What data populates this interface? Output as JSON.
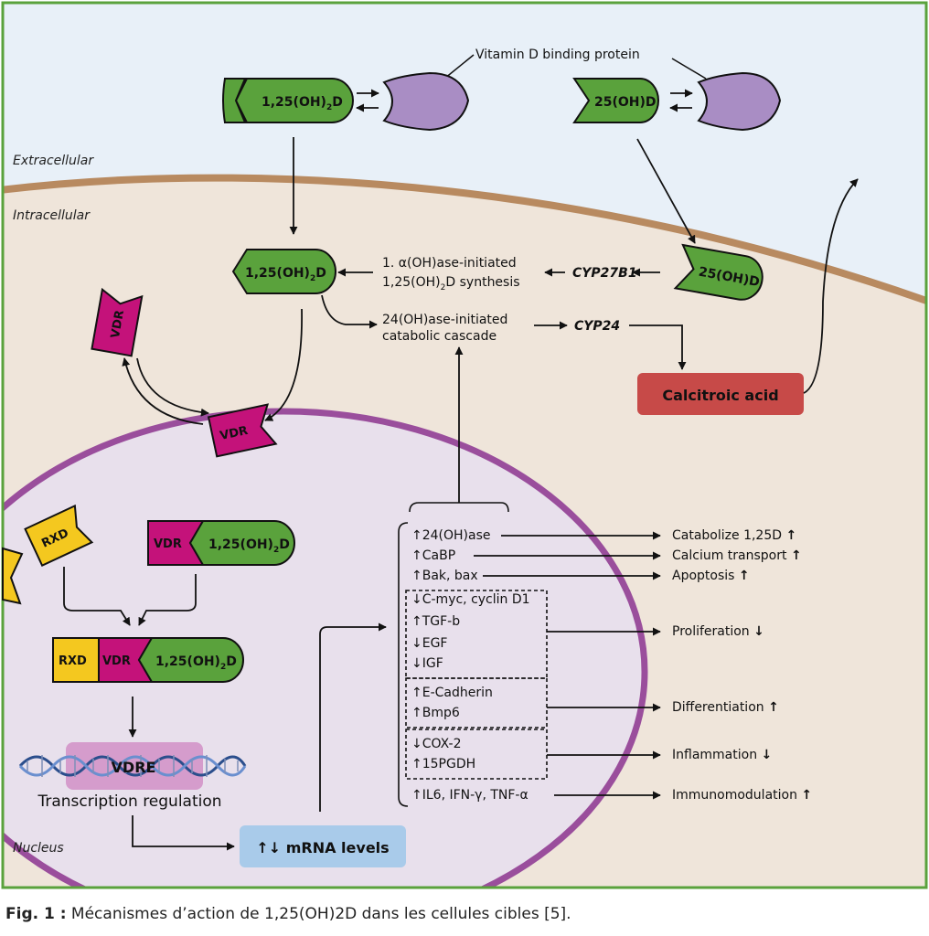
{
  "compartments": {
    "extracellular": "Extracellular",
    "intracellular": "Intracellular",
    "nucleus": "Nucleus"
  },
  "labels": {
    "vdbp": "Vitamin D binding protein",
    "calcitriol_base": "1,25(OH)",
    "sub2": "2",
    "d": "D",
    "calcidiol": "25(OH)D",
    "vdr": "VDR",
    "rxd": "RXD",
    "vdre": "VDRE",
    "transcription": "Transcription regulation",
    "mrna": "↑↓ mRNA levels",
    "calcitroic": "Calcitroic acid",
    "cyp27b1": "CYP27B1",
    "cyp24": "CYP24",
    "synth_line1": "1. α(OH)ase-initiated",
    "synth_line2_base": "1,25(OH)",
    "synth_line2_rest": "D synthesis",
    "catab_line1": "24(OH)ase-initiated",
    "catab_line2": "catabolic cascade"
  },
  "genes": [
    {
      "dir": "↑",
      "name": "24(OH)ase"
    },
    {
      "dir": "↑",
      "name": "CaBP"
    },
    {
      "dir": "↑",
      "name": "Bak, bax"
    },
    {
      "dir": "↓",
      "name": "C-myc, cyclin D1"
    },
    {
      "dir": "↑",
      "name": "TGF-b"
    },
    {
      "dir": "↓",
      "name": "EGF"
    },
    {
      "dir": "↓",
      "name": "IGF"
    },
    {
      "dir": "↑",
      "name": "E-Cadherin"
    },
    {
      "dir": "↑",
      "name": "Bmp6"
    },
    {
      "dir": "↓",
      "name": "COX-2"
    },
    {
      "dir": "↑",
      "name": "15PGDH"
    },
    {
      "dir": "↑",
      "name": "IL6, IFN-γ, TNF-α"
    }
  ],
  "effects": [
    {
      "label": "Catabolize 1,25D",
      "dir": "↑"
    },
    {
      "label": "Calcium transport",
      "dir": "↑"
    },
    {
      "label": "Apoptosis",
      "dir": "↑"
    },
    {
      "label": "Proliferation",
      "dir": "↓"
    },
    {
      "label": "Differentiation",
      "dir": "↑"
    },
    {
      "label": "Inflammation",
      "dir": "↓"
    },
    {
      "label": "Immunomodulation",
      "dir": "↑"
    }
  ],
  "caption": {
    "prefix": "Fig. 1 :",
    "text": " Mécanismes d’action de 1,25(OH)2D dans les cellules cibles [5]."
  },
  "colors": {
    "extracellular_bg": "#e8f0f8",
    "cytoplasm": "#efe5da",
    "membrane": "#b88a60",
    "nucleus_fill": "#e8e0ec",
    "nuclear_membrane": "#9a4e9c",
    "green": "#5aa23c",
    "purple": "#a98dc4",
    "magenta": "#c4127a",
    "yellow": "#f4c81f",
    "red": "#c74a48",
    "mrna_box": "#a9cbea",
    "vdre_box": "#d59ccc"
  }
}
